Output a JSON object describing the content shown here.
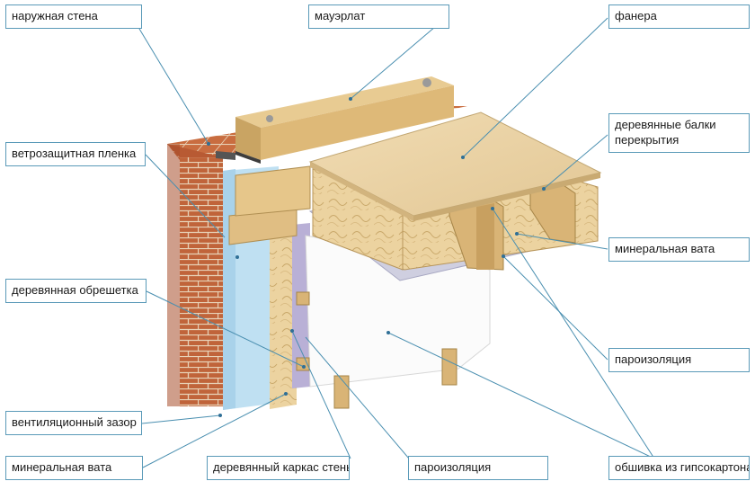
{
  "labels": {
    "outer_wall": "наружная стена",
    "mauerlat": "мауэрлат",
    "plywood": "фанера",
    "beams": "деревянные балки перекрытия",
    "wind_film": "ветрозащитная пленка",
    "lathing": "деревянная обрешетка",
    "mineral_wool_right": "минеральная вата",
    "vapor_barrier_right": "пароизоляция",
    "vent_gap": "вентиляционный зазор",
    "mineral_wool_left": "минеральная вата",
    "wall_frame": "деревянный каркас стены",
    "vapor_barrier_bottom": "пароизоляция",
    "drywall": "обшивка из гипсокартона"
  },
  "colors": {
    "brick": "#c0643a",
    "mortar": "#e8d3b8",
    "wood": "#e3c48a",
    "insulation": "#ecd3a0",
    "plywood": "#ead3a8",
    "wind_film": "#bfe0f2",
    "vapor_barrier": "#b9b0d6",
    "drywall": "#fafafa",
    "leader": "#4a8fb0"
  }
}
